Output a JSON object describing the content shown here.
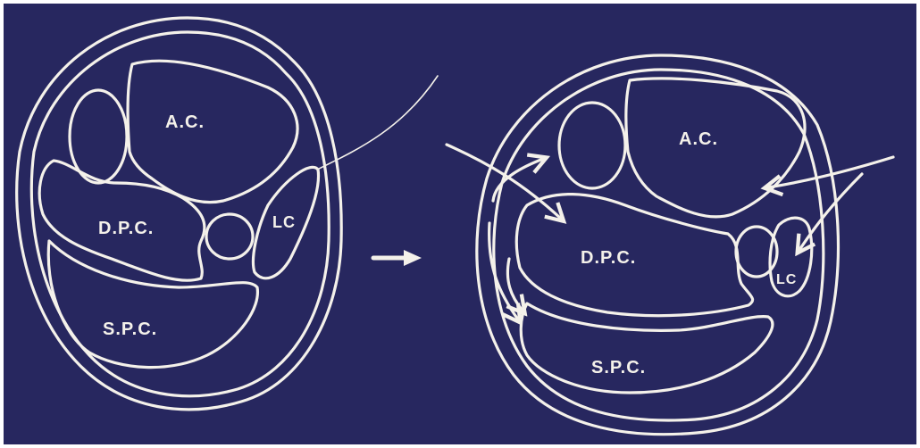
{
  "diagram": {
    "left": {
      "anterior_compartment": "A.C.",
      "deep_posterior_compartment": "D.P.C.",
      "lateral_compartment": "LC",
      "superficial_posterior_compartment": "S.P.C."
    },
    "right": {
      "anterior_compartment": "A.C.",
      "deep_posterior_compartment": "D.P.C.",
      "lateral_compartment": "LC",
      "superficial_posterior_compartment": "S.P.C."
    }
  },
  "colors": {
    "background": "#27275f",
    "line": "#f4f1ea"
  }
}
